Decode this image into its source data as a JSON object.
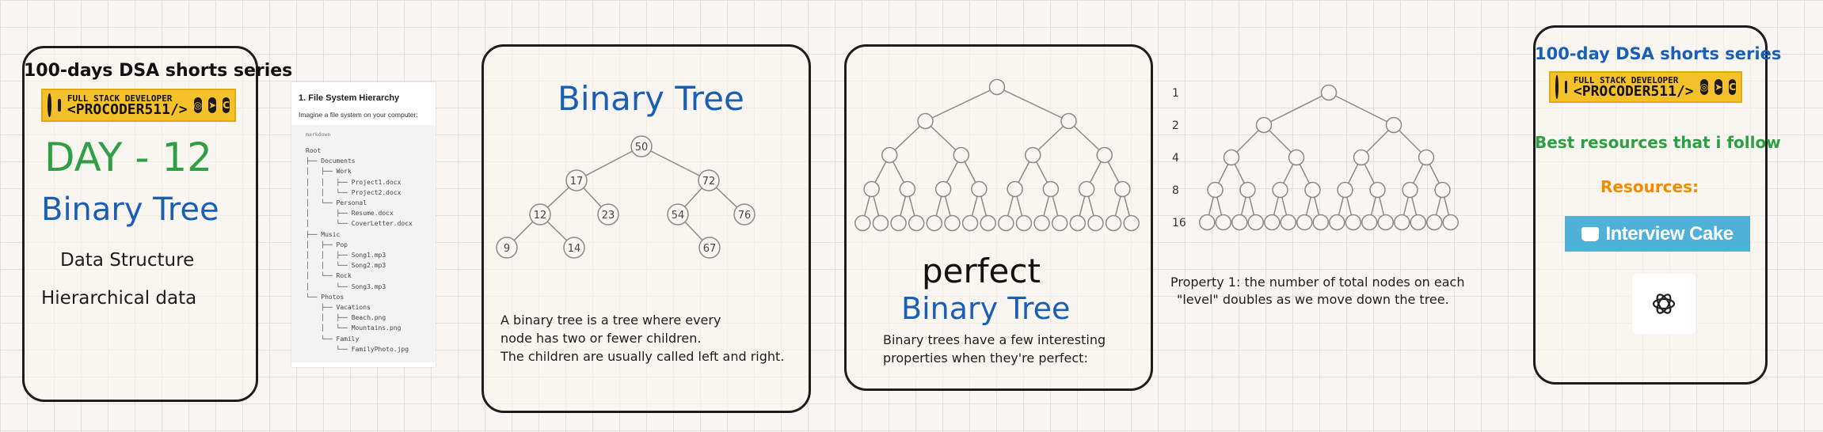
{
  "card1": {
    "series_title": "100-days DSA shorts series",
    "banner_line1": "FULL STACK DEVELOPER",
    "banner_line2": "<PROCODER511/>",
    "day": "DAY - 12",
    "topic": "Binary Tree",
    "line1": "Data Structure",
    "line2": "Hierarchical data"
  },
  "doc": {
    "heading": "1. File System Hierarchy",
    "intro": "Imagine a file system on your computer:",
    "code_lang": "markdown",
    "tree": "Root\n├── Documents\n│   ├── Work\n│   │   ├── Project1.docx\n│   │   └── Project2.docx\n│   └── Personal\n│       ├── Resume.docx\n│       └── CoverLetter.docx\n├── Music\n│   ├── Pop\n│   │   ├── Song1.mp3\n│   │   └── Song2.mp3\n│   └── Rock\n│       └── Song3.mp3\n└── Photos\n    ├── Vacations\n    │   ├── Beach.png\n    │   └── Mountains.png\n    └── Family\n        └── FamilyPhoto.jpg"
  },
  "card3": {
    "title": "Binary Tree",
    "caption_line1": "A binary tree is a tree where every",
    "caption_line2": "node has two or fewer children.",
    "caption_line3": "The children are usually called left and right.",
    "nodes": [
      {
        "label": "50"
      },
      {
        "label": "17"
      },
      {
        "label": "72"
      },
      {
        "label": "12"
      },
      {
        "label": "23"
      },
      {
        "label": "54"
      },
      {
        "label": "76"
      },
      {
        "label": "9"
      },
      {
        "label": "14"
      },
      {
        "label": "67"
      }
    ]
  },
  "card4": {
    "word": "perfect",
    "title": "Binary Tree",
    "caption_line1": "Binary trees have a few interesting",
    "caption_line2": "properties when they're perfect:"
  },
  "level_tree": {
    "levels": [
      "1",
      "2",
      "4",
      "8",
      "16"
    ],
    "caption_line1": "Property 1: the number of total nodes on each",
    "caption_line2": "\"level\" doubles as we move down the tree."
  },
  "card5": {
    "series_title": "100-day DSA shorts series",
    "banner_line1": "FULL STACK DEVELOPER",
    "banner_line2": "<PROCODER511/>",
    "resources_heading": "Best resources that i follow",
    "resources_label": "Resources:",
    "interview_cake": "Interview Cake"
  },
  "colors": {
    "blue": "#1b5fb4",
    "green": "#2f9e44",
    "orange": "#f08c00",
    "banner": "#f5c12b",
    "ink": "#1e1e1e"
  }
}
